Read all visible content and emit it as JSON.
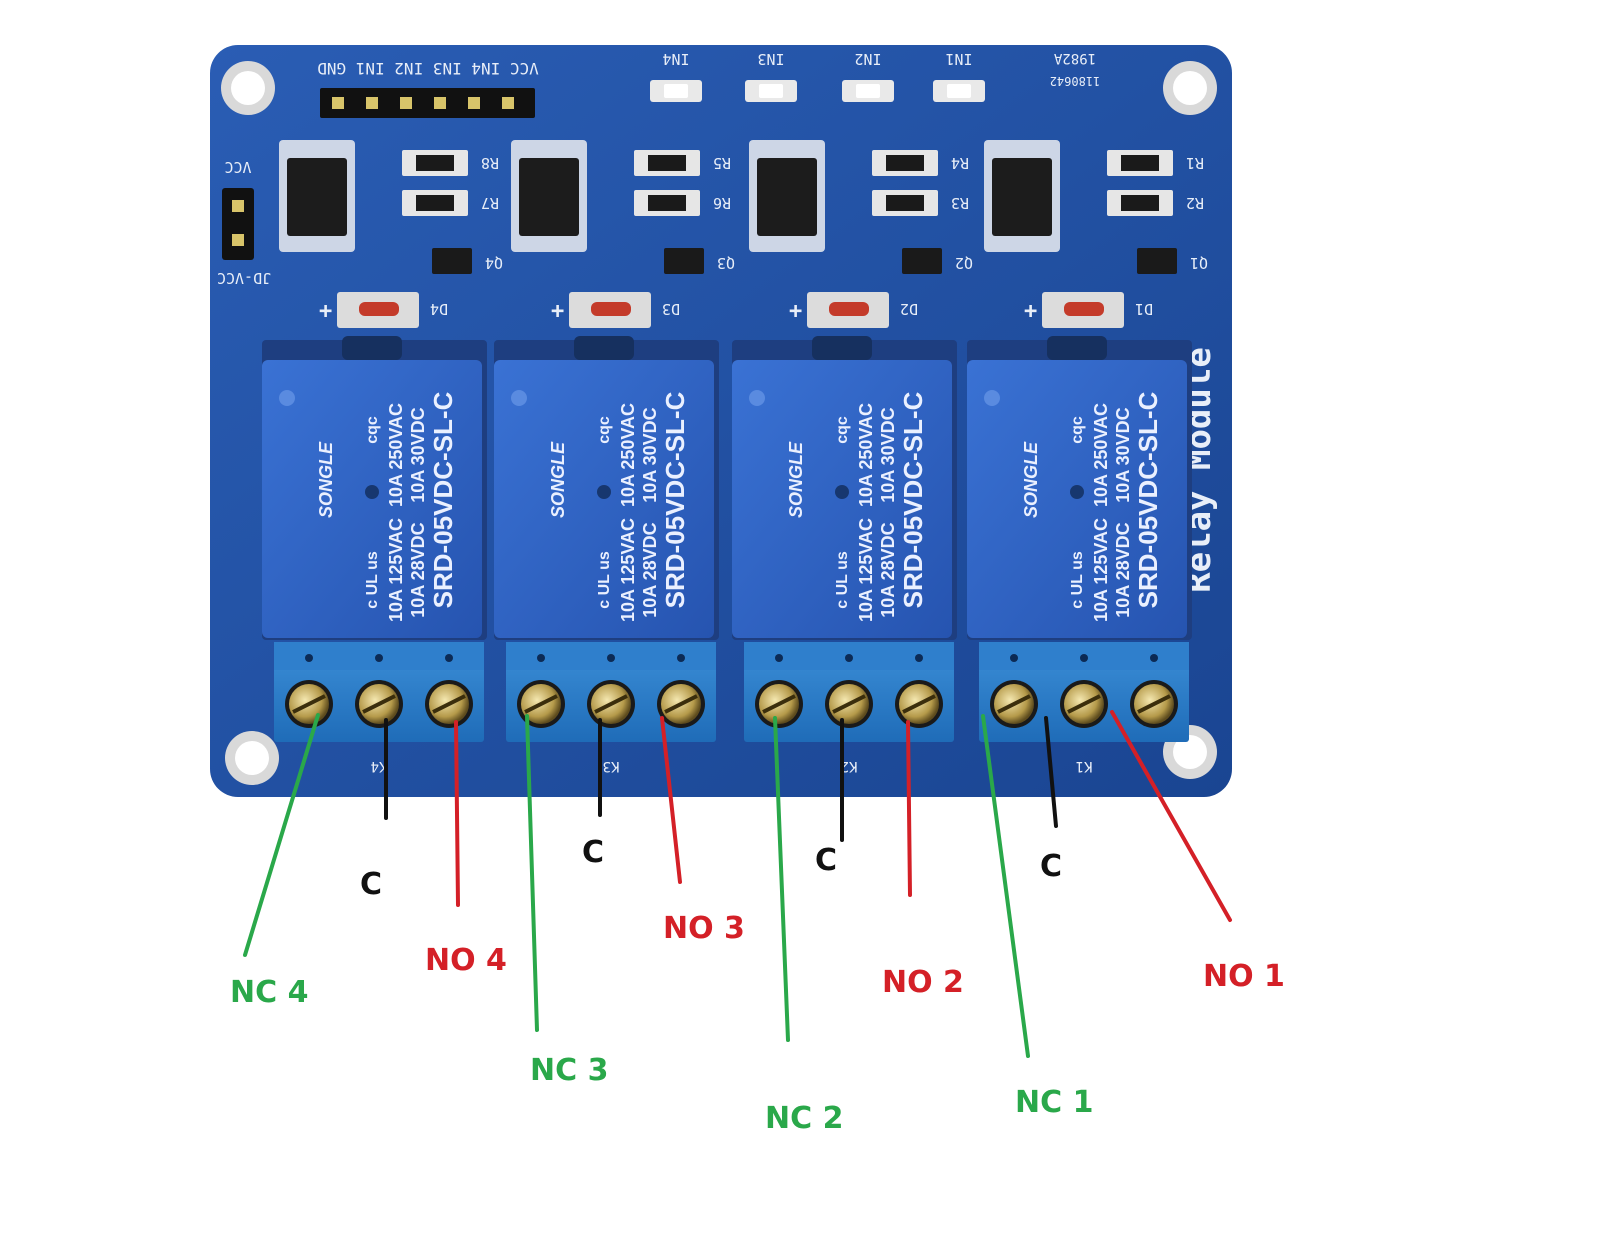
{
  "board": {
    "header_pins_label": "GND IN1 IN2 IN3 IN4 VCC",
    "header_pins_label_full": "VCC IN4 IN3 IN2 IN1 GND",
    "model_code": "1982A",
    "serial_code": "1180642",
    "jumper_top_label": "VCC",
    "jumper_bottom_label": "JD-VCC",
    "side_text": "Relay Module",
    "channels": [
      {
        "led": "IN4",
        "r_top": "R8",
        "r_bottom": "R7",
        "transistor": "Q4",
        "diode": "D4",
        "terminal": "K4"
      },
      {
        "led": "IN3",
        "r_top": "R5",
        "r_bottom": "R6",
        "transistor": "Q3",
        "diode": "D3",
        "terminal": "K3"
      },
      {
        "led": "IN2",
        "r_top": "R4",
        "r_bottom": "R3",
        "transistor": "Q2",
        "diode": "D2",
        "terminal": "K2"
      },
      {
        "led": "IN1",
        "r_top": "R1",
        "r_bottom": "R2",
        "transistor": "Q1",
        "diode": "D1",
        "terminal": "K1"
      }
    ],
    "relay": {
      "brand": "SONGLE",
      "model": "SRD-05VDC-SL-C",
      "rating_a1": "10A 250VAC",
      "rating_a2": "10A 30VDC",
      "rating_b1": "10A 125VAC",
      "rating_b2": "10A 28VDC",
      "cert": "cqc",
      "ul": "c UL us"
    }
  },
  "labels": {
    "nc4": "NC 4",
    "c4": "C",
    "no4": "NO 4",
    "nc3": "NC 3",
    "c3": "C",
    "no3": "NO 3",
    "nc2": "NC 2",
    "c2": "C",
    "no2": "NO 2",
    "nc1": "NC 1",
    "c1": "C",
    "no1": "NO 1"
  },
  "colors": {
    "nc": "#2aa84a",
    "no": "#d42027",
    "common": "#111111",
    "pcb": "#1f4fa0",
    "relay": "#2a5fc0"
  }
}
